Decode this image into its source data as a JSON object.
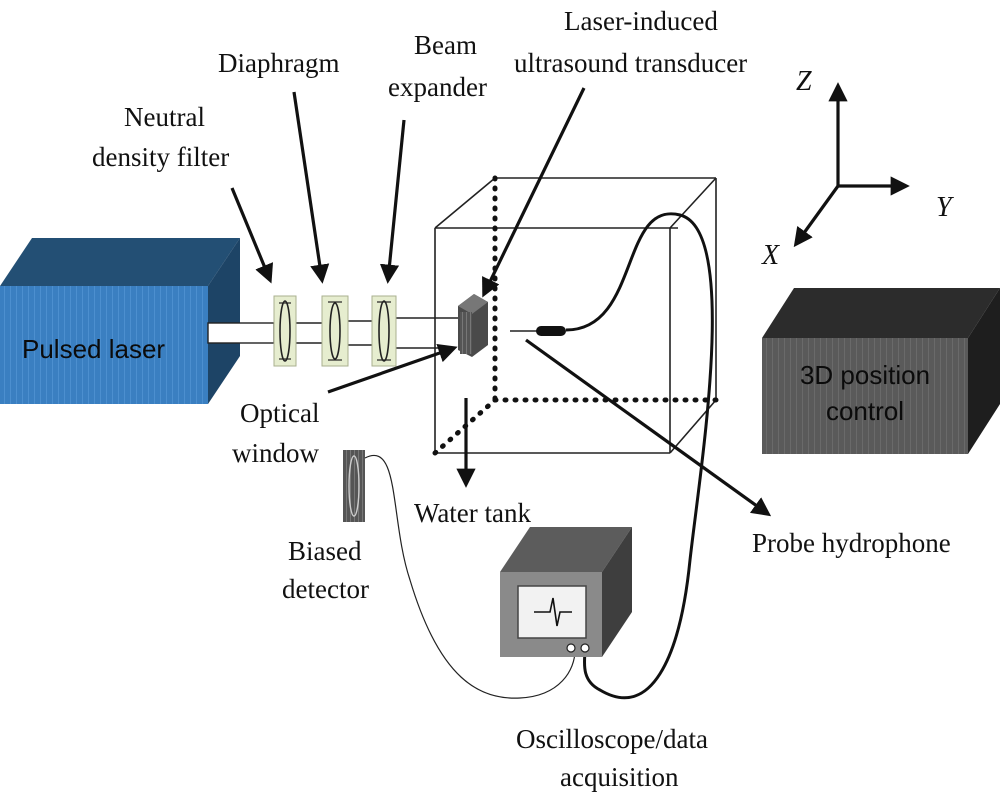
{
  "labels": {
    "pulsed_laser": "Pulsed laser",
    "neutral_density_filter_1": "Neutral",
    "neutral_density_filter_2": "density filter",
    "diaphragm": "Diaphragm",
    "beam_expander_1": "Beam",
    "beam_expander_2": "expander",
    "transducer_1": "Laser-induced",
    "transducer_2": "ultrasound transducer",
    "optical_window_1": "Optical",
    "optical_window_2": "window",
    "biased_detector_1": "Biased",
    "biased_detector_2": "detector",
    "water_tank": "Water tank",
    "position_control_1": "3D position",
    "position_control_2": "control",
    "probe_hydrophone": "Probe hydrophone",
    "oscilloscope_1": "Oscilloscope/data",
    "oscilloscope_2": "acquisition"
  },
  "axes": {
    "z": "Z",
    "y": "Y",
    "x": "X"
  },
  "colors": {
    "laser_front": "#3a7fc1",
    "laser_top": "#234f74",
    "laser_side": "#1d4466",
    "control_front": "#5a5a5a",
    "control_top": "#2c2c2c",
    "control_side": "#1e1e1e",
    "optic_fill": "#e6edcf",
    "scope_front": "#8a8a8a",
    "scope_top": "#5c5c5c",
    "scope_side": "#3e3e3e"
  }
}
